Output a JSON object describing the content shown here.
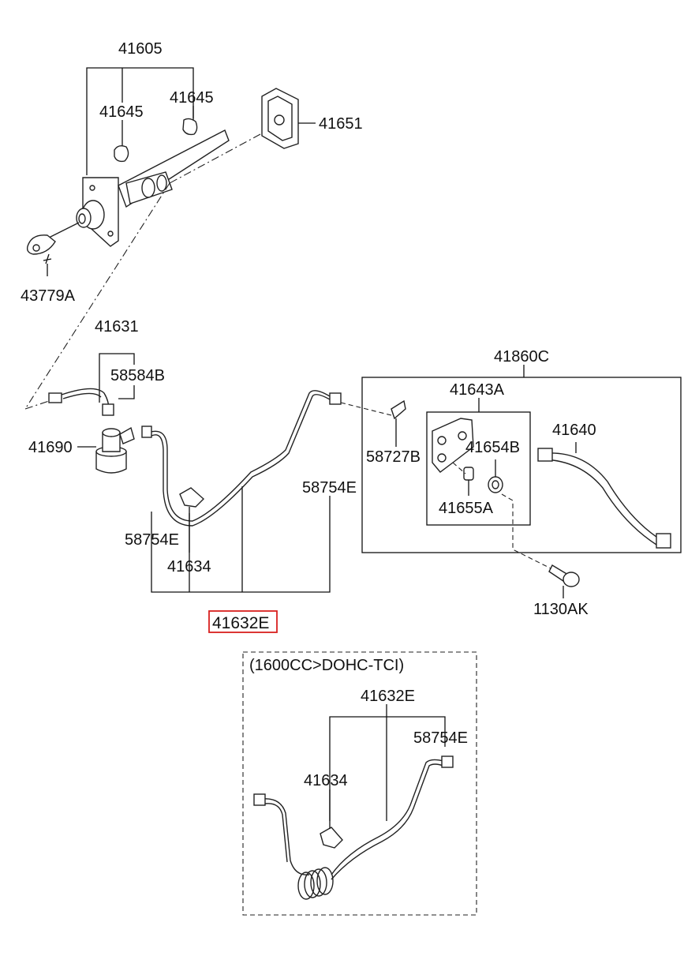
{
  "labels": {
    "p41605": "41605",
    "p41645_a": "41645",
    "p41645_b": "41645",
    "p41651": "41651",
    "p43779a": "43779A",
    "p41631": "41631",
    "p58584b": "58584B",
    "p41690": "41690",
    "p41860c": "41860C",
    "p41643a": "41643A",
    "p41640": "41640",
    "p58727b": "58727B",
    "p41654b": "41654B",
    "p58754e_a": "58754E",
    "p41655a": "41655A",
    "p58754e_b": "58754E",
    "p41634": "41634",
    "p1130ak": "1130AK",
    "p41632e": "41632E",
    "variant_title": "(1600CC>DOHC-TCI)",
    "v_41632e": "41632E",
    "v_58754e": "58754E",
    "v_41634": "41634"
  },
  "highlight_color": "#d9201f"
}
